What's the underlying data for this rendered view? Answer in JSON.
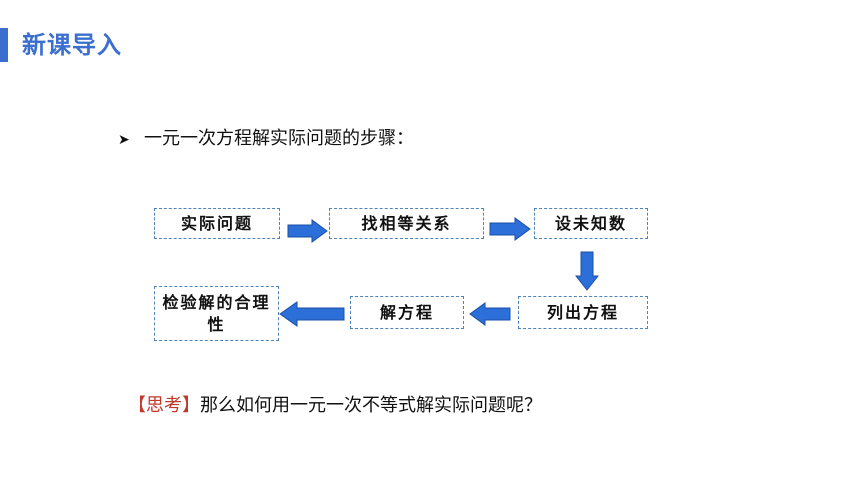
{
  "header": {
    "title": "新课导入",
    "accent_color": "#3b6fcf"
  },
  "intro": {
    "bullet_icon": "arrow-bullet-icon",
    "text": "一元一次方程解实际问题的步骤："
  },
  "flow": {
    "steps": [
      {
        "label": "实际问题"
      },
      {
        "label": "找相等关系"
      },
      {
        "label": "设未知数"
      },
      {
        "label": "列出方程"
      },
      {
        "label": "解方程"
      },
      {
        "label": "检验解的合理性"
      }
    ],
    "box_border_color": "#4f81bd",
    "arrow_color": "#2c6fd8"
  },
  "think": {
    "tag": "【思考】",
    "text": "那么如何用一元一次不等式解实际问题呢？",
    "tag_color": "#c0392b"
  }
}
